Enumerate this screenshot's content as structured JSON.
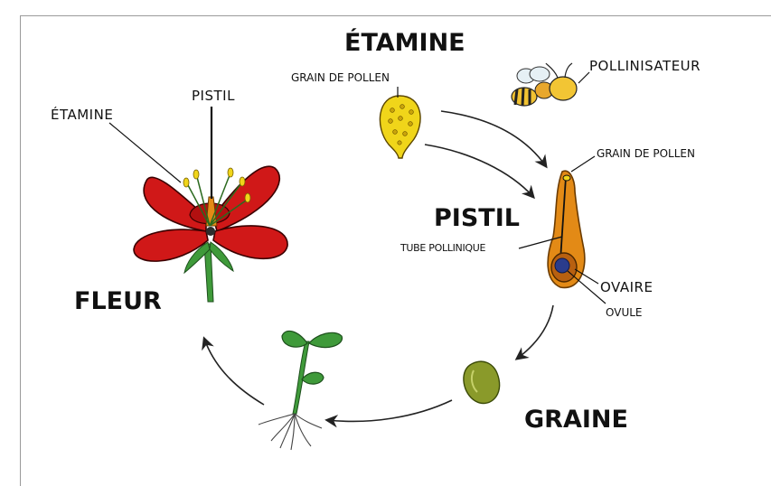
{
  "labels": {
    "etamine_top": "ÉTAMINE",
    "grain_pollen_1": "GRAIN DE POLLEN",
    "pollinisateur": "POLLINISATEUR",
    "grain_pollen_2": "GRAIN DE POLLEN",
    "pistil_center": "PISTIL",
    "tube_pollinique": "TUBE POLLINIQUE",
    "ovaire": "OVAIRE",
    "ovule": "OVULE",
    "graine": "GRAINE",
    "fleur": "FLEUR",
    "etamine_flower": "ÉTAMINE",
    "pistil_flower": "PISTIL"
  },
  "colors": {
    "petal": "#d01818",
    "stem": "#3f9a3a",
    "pollen": "#f0d51a",
    "pistil": "#e38a16",
    "ovule": "#2a3c8c",
    "seed": "#8a9a2a",
    "bee_yellow": "#f1c232"
  }
}
